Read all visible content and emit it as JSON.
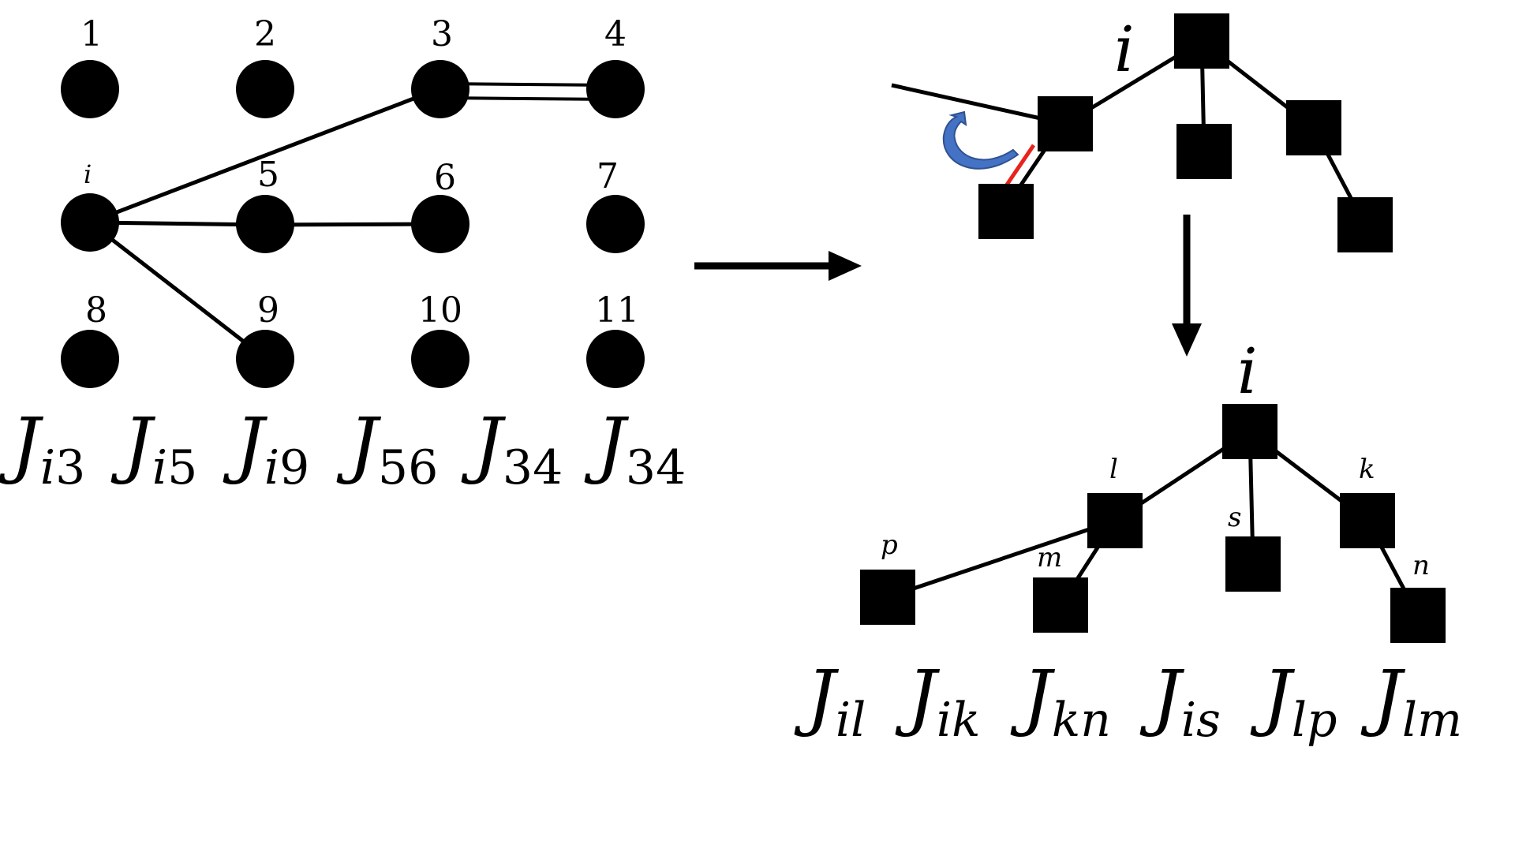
{
  "left_graph": {
    "node_labels": {
      "n1": "1",
      "n2": "2",
      "n3": "3",
      "n4": "4",
      "ni": "i",
      "n5": "5",
      "n6": "6",
      "n7": "7",
      "n8": "8",
      "n9": "9",
      "n10": "10",
      "n11": "11"
    },
    "couplings": [
      {
        "J": "J",
        "sub_a": "i",
        "sub_b": "3"
      },
      {
        "J": "J",
        "sub_a": "i",
        "sub_b": "5"
      },
      {
        "J": "J",
        "sub_a": "i",
        "sub_b": "9"
      },
      {
        "J": "J",
        "sub_a": "",
        "sub_b": "56"
      },
      {
        "J": "J",
        "sub_a": "",
        "sub_b": "34"
      },
      {
        "J": "J",
        "sub_a": "",
        "sub_b": "34"
      }
    ]
  },
  "top_tree": {
    "root_label": "i"
  },
  "bottom_tree": {
    "root_label": "i",
    "node_labels": {
      "l": "l",
      "k": "k",
      "s": "s",
      "p": "p",
      "m": "m",
      "n": "n"
    },
    "couplings": [
      {
        "J": "J",
        "sub": "il"
      },
      {
        "J": "J",
        "sub": "ik"
      },
      {
        "J": "J",
        "sub": "kn"
      },
      {
        "J": "J",
        "sub": "is"
      },
      {
        "J": "J",
        "sub": "lp"
      },
      {
        "J": "J",
        "sub": "lm"
      }
    ]
  },
  "colors": {
    "ink": "#000000",
    "highlight_edge": "#e8231c",
    "rotate_arrow_fill": "#4472c4",
    "rotate_arrow_stroke": "#2f528f"
  },
  "icons": {
    "transform_arrow": "right-arrow-icon",
    "expand_arrow": "down-arrow-icon",
    "rotate_arrow": "curved-arrow-icon"
  }
}
